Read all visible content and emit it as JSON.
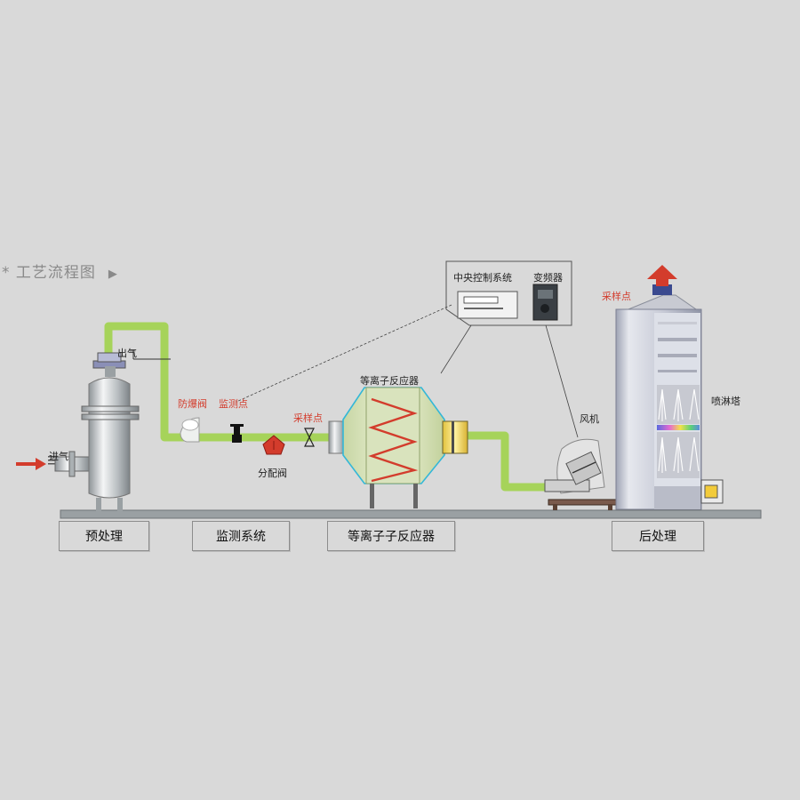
{
  "title": "* 工艺流程图",
  "title_arrow": "▶",
  "labels": {
    "inlet": "进气",
    "outlet": "出气",
    "explosion_valve": "防爆阀",
    "monitor_point": "监测点",
    "distribution_valve": "分配阀",
    "sampling_point_1": "采样点",
    "plasma_reactor": "等离子反应器",
    "central_control": "中央控制系统",
    "inverter": "变频器",
    "fan": "风机",
    "sampling_point_2": "采样点",
    "spray_tower": "喷淋塔"
  },
  "sections": {
    "pretreatment": "预处理",
    "monitoring": "监测系统",
    "reactor": "等离子子反应器",
    "posttreatment": "后处理"
  },
  "colors": {
    "pipe": "#a6d35a",
    "accent_red": "#d33c2c",
    "background": "#d9d9d9"
  }
}
